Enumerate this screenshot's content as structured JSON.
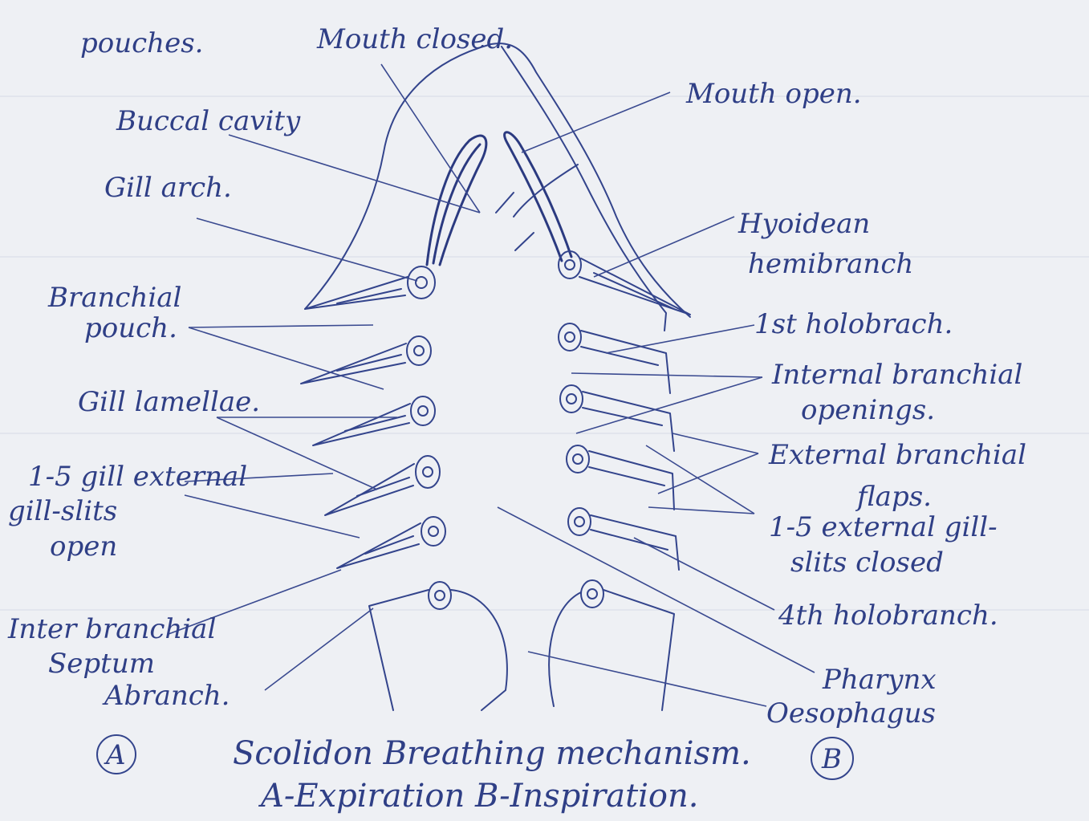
{
  "header_fragment": "pouches.",
  "labels": {
    "mouth_closed": "Mouth closed.",
    "mouth_open": "Mouth open.",
    "buccal_cavity": "Buccal cavity",
    "gill_arch": "Gill arch.",
    "hyoidean_1": "Hyoidean",
    "hyoidean_2": "hemibranch",
    "branchial_pouch_1": "Branchial",
    "branchial_pouch_2": "pouch.",
    "first_holobranch": "1st holobrach.",
    "internal_branchial_1": "Internal branchial",
    "internal_branchial_2": "openings.",
    "gill_lamellae": "Gill lamellae.",
    "external_flaps_1": "External branchial",
    "external_flaps_2": "flaps.",
    "ext_open_1": "1-5 gill external",
    "ext_open_2": "gill-slits",
    "ext_open_3": "open",
    "ext_closed_1": "1-5 external gill-",
    "ext_closed_2": "slits closed",
    "fourth_holobranch": "4th holobranch.",
    "interbranchial_1": "Inter branchial",
    "interbranchial_2": "Septum",
    "abranch": "Abranch.",
    "pharynx": "Pharynx",
    "oesophagus": "Oesophagus",
    "marker_a": "A",
    "marker_b": "B"
  },
  "caption": {
    "line1": "Scolidon Breathing mechanism.",
    "line2": "A-Expiration B-Inspiration."
  }
}
